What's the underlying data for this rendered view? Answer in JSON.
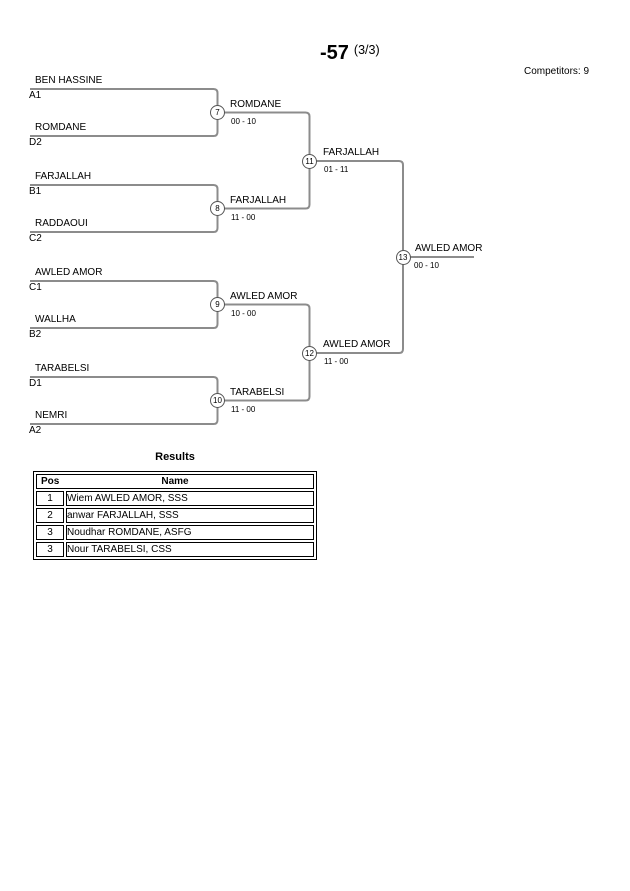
{
  "header": {
    "title": "-57",
    "subtitle": "(3/3)",
    "competitors_label": "Competitors: 9"
  },
  "bracket": {
    "round1": [
      {
        "match_no": "7",
        "top_name": "BEN HASSINE",
        "top_seed": "A1",
        "bottom_name": "ROMDANE",
        "bottom_seed": "D2",
        "winner": "ROMDANE",
        "score": "00 - 10"
      },
      {
        "match_no": "8",
        "top_name": "FARJALLAH",
        "top_seed": "B1",
        "bottom_name": "RADDAOUI",
        "bottom_seed": "C2",
        "winner": "FARJALLAH",
        "score": "11 - 00"
      },
      {
        "match_no": "9",
        "top_name": "AWLED AMOR",
        "top_seed": "C1",
        "bottom_name": "WALLHA",
        "bottom_seed": "B2",
        "winner": "AWLED AMOR",
        "score": "10 - 00"
      },
      {
        "match_no": "10",
        "top_name": "TARABELSI",
        "top_seed": "D1",
        "bottom_name": "NEMRI",
        "bottom_seed": "A2",
        "winner": "TARABELSI",
        "score": "11 - 00"
      }
    ],
    "semifinals": [
      {
        "match_no": "11",
        "winner": "FARJALLAH",
        "score": "01 - 11"
      },
      {
        "match_no": "12",
        "winner": "AWLED AMOR",
        "score": "11 - 00"
      }
    ],
    "final": {
      "match_no": "13",
      "winner": "AWLED AMOR",
      "score": "00 - 10"
    }
  },
  "results": {
    "title": "Results",
    "columns": [
      "Pos",
      "Name"
    ],
    "rows": [
      [
        "1",
        "Wiem AWLED AMOR, SSS"
      ],
      [
        "2",
        "anwar FARJALLAH, SSS"
      ],
      [
        "3",
        "Noudhar ROMDANE, ASFG"
      ],
      [
        "3",
        "Nour TARABELSI, CSS"
      ]
    ]
  },
  "colors": {
    "line": "#8c8c8c",
    "circle_border": "#555555",
    "text": "#000000",
    "table_border": "#000000"
  }
}
